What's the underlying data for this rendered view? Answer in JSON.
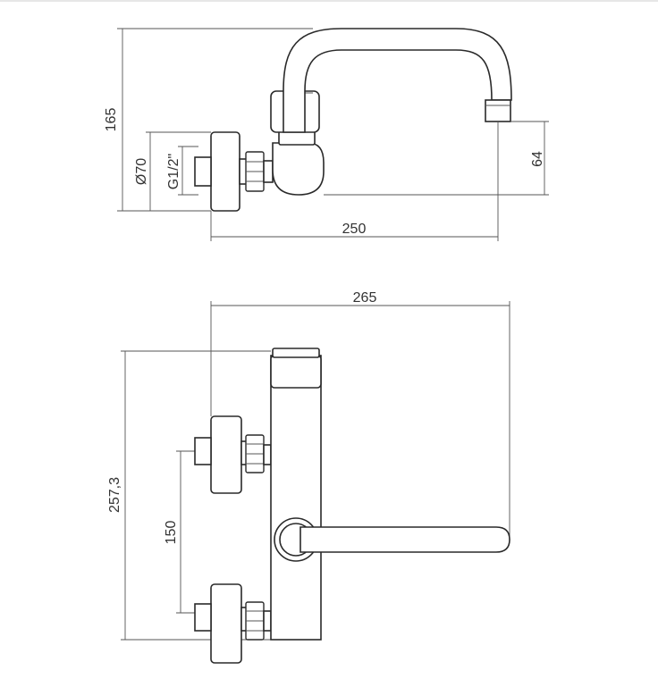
{
  "dimensions": {
    "height_total": "165",
    "diameter": "Ø70",
    "thread": "G1/2\"",
    "spout_height": "64",
    "spout_reach": "250",
    "handle_reach": "265",
    "overall_height": "257,3",
    "inlet_spacing": "150"
  }
}
